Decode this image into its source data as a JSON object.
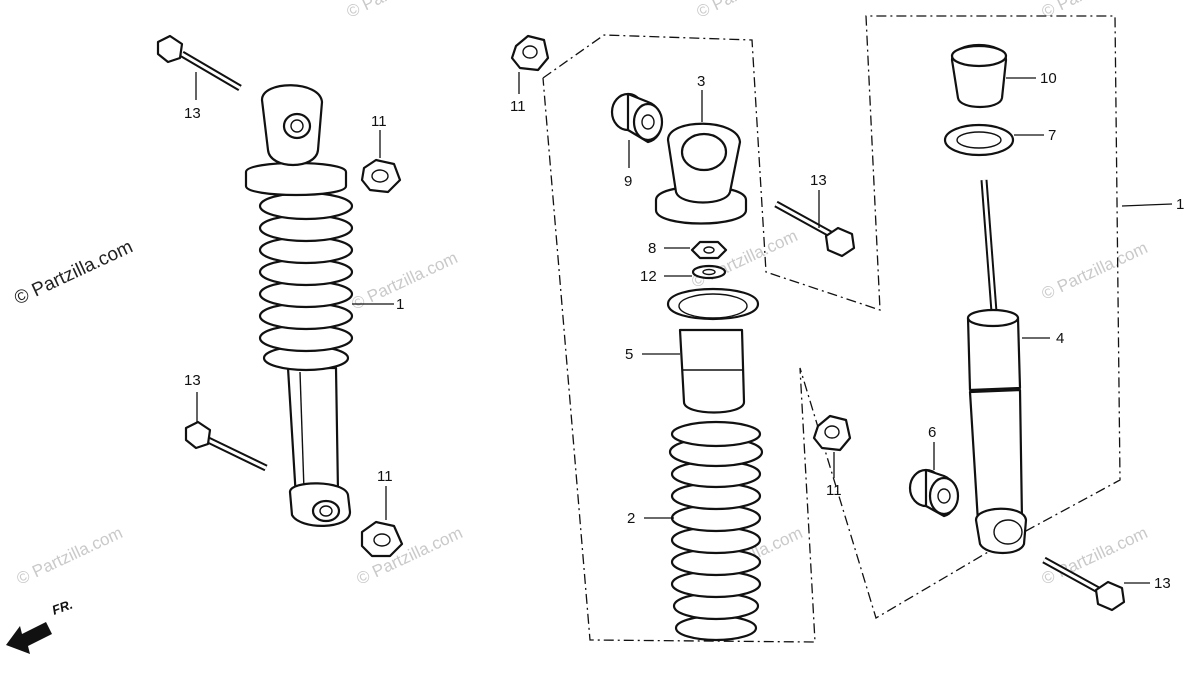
{
  "watermarks": {
    "main": "© Partzilla.com",
    "faint": "© Partzilla.com"
  },
  "direction_label": "FR.",
  "callouts": [
    {
      "id": "left-bolt-top",
      "num": "13"
    },
    {
      "id": "left-nut-top",
      "num": "11"
    },
    {
      "id": "left-assembly",
      "num": "1"
    },
    {
      "id": "left-bolt-bottom",
      "num": "13"
    },
    {
      "id": "left-nut-bottom",
      "num": "11"
    },
    {
      "id": "mid-nut-top",
      "num": "11"
    },
    {
      "id": "bushing-9",
      "num": "9"
    },
    {
      "id": "spring-seat-3",
      "num": "3"
    },
    {
      "id": "nut-8",
      "num": "8"
    },
    {
      "id": "washer-12",
      "num": "12"
    },
    {
      "id": "cover-5",
      "num": "5"
    },
    {
      "id": "spring-2",
      "num": "2"
    },
    {
      "id": "mid-bolt",
      "num": "13"
    },
    {
      "id": "mid-nut-bottom",
      "num": "11"
    },
    {
      "id": "bumper-10",
      "num": "10"
    },
    {
      "id": "washer-7",
      "num": "7"
    },
    {
      "id": "right-assembly",
      "num": "1"
    },
    {
      "id": "damper-4",
      "num": "4"
    },
    {
      "id": "bushing-6",
      "num": "6"
    },
    {
      "id": "right-bolt",
      "num": "13"
    }
  ]
}
